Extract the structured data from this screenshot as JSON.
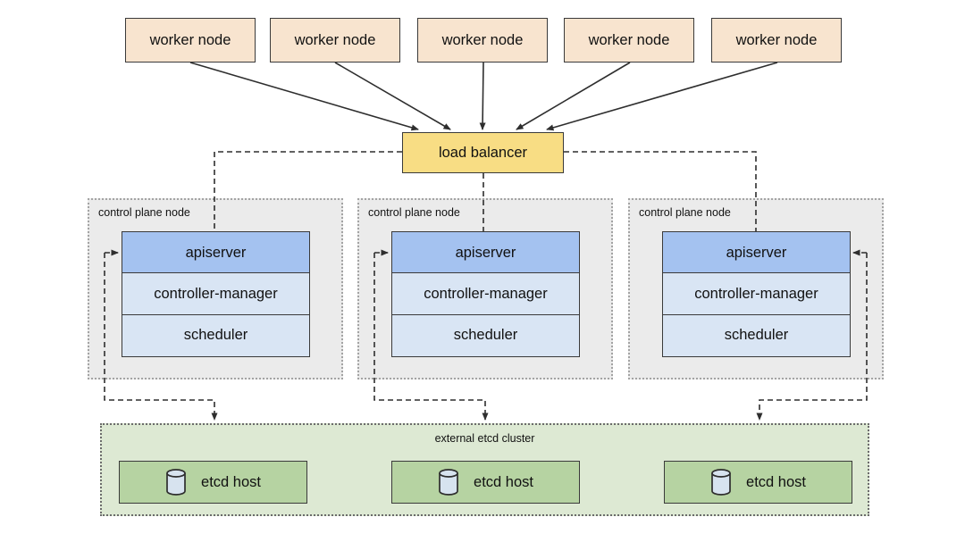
{
  "colors": {
    "worker_fill": "#f8e4cf",
    "lb_fill": "#f8dd84",
    "apiserver_fill": "#a4c2f0",
    "component_fill": "#d9e5f4",
    "cp_fill": "#ebebeb",
    "cp_border": "#a3a3a3",
    "etcd_cluster_fill": "#dde9d3",
    "etcd_cluster_border": "#6b6b6b",
    "etcd_host_fill": "#b6d3a2",
    "db_icon_fill": "#d7e3ef",
    "box_border": "#3a3a3a",
    "line_color": "#2e2e2e"
  },
  "diagram": {
    "workers": [
      {
        "label": "worker node"
      },
      {
        "label": "worker node"
      },
      {
        "label": "worker node"
      },
      {
        "label": "worker node"
      },
      {
        "label": "worker node"
      }
    ],
    "load_balancer": {
      "label": "load balancer"
    },
    "control_planes": [
      {
        "label": "control plane node",
        "components": [
          {
            "label": "apiserver"
          },
          {
            "label": "controller-manager"
          },
          {
            "label": "scheduler"
          }
        ]
      },
      {
        "label": "control plane node",
        "components": [
          {
            "label": "apiserver"
          },
          {
            "label": "controller-manager"
          },
          {
            "label": "scheduler"
          }
        ]
      },
      {
        "label": "control plane node",
        "components": [
          {
            "label": "apiserver"
          },
          {
            "label": "controller-manager"
          },
          {
            "label": "scheduler"
          }
        ]
      }
    ],
    "etcd_cluster": {
      "label": "external etcd cluster",
      "hosts": [
        {
          "label": "etcd host",
          "icon": "database-cylinder"
        },
        {
          "label": "etcd host",
          "icon": "database-cylinder"
        },
        {
          "label": "etcd host",
          "icon": "database-cylinder"
        }
      ]
    }
  }
}
